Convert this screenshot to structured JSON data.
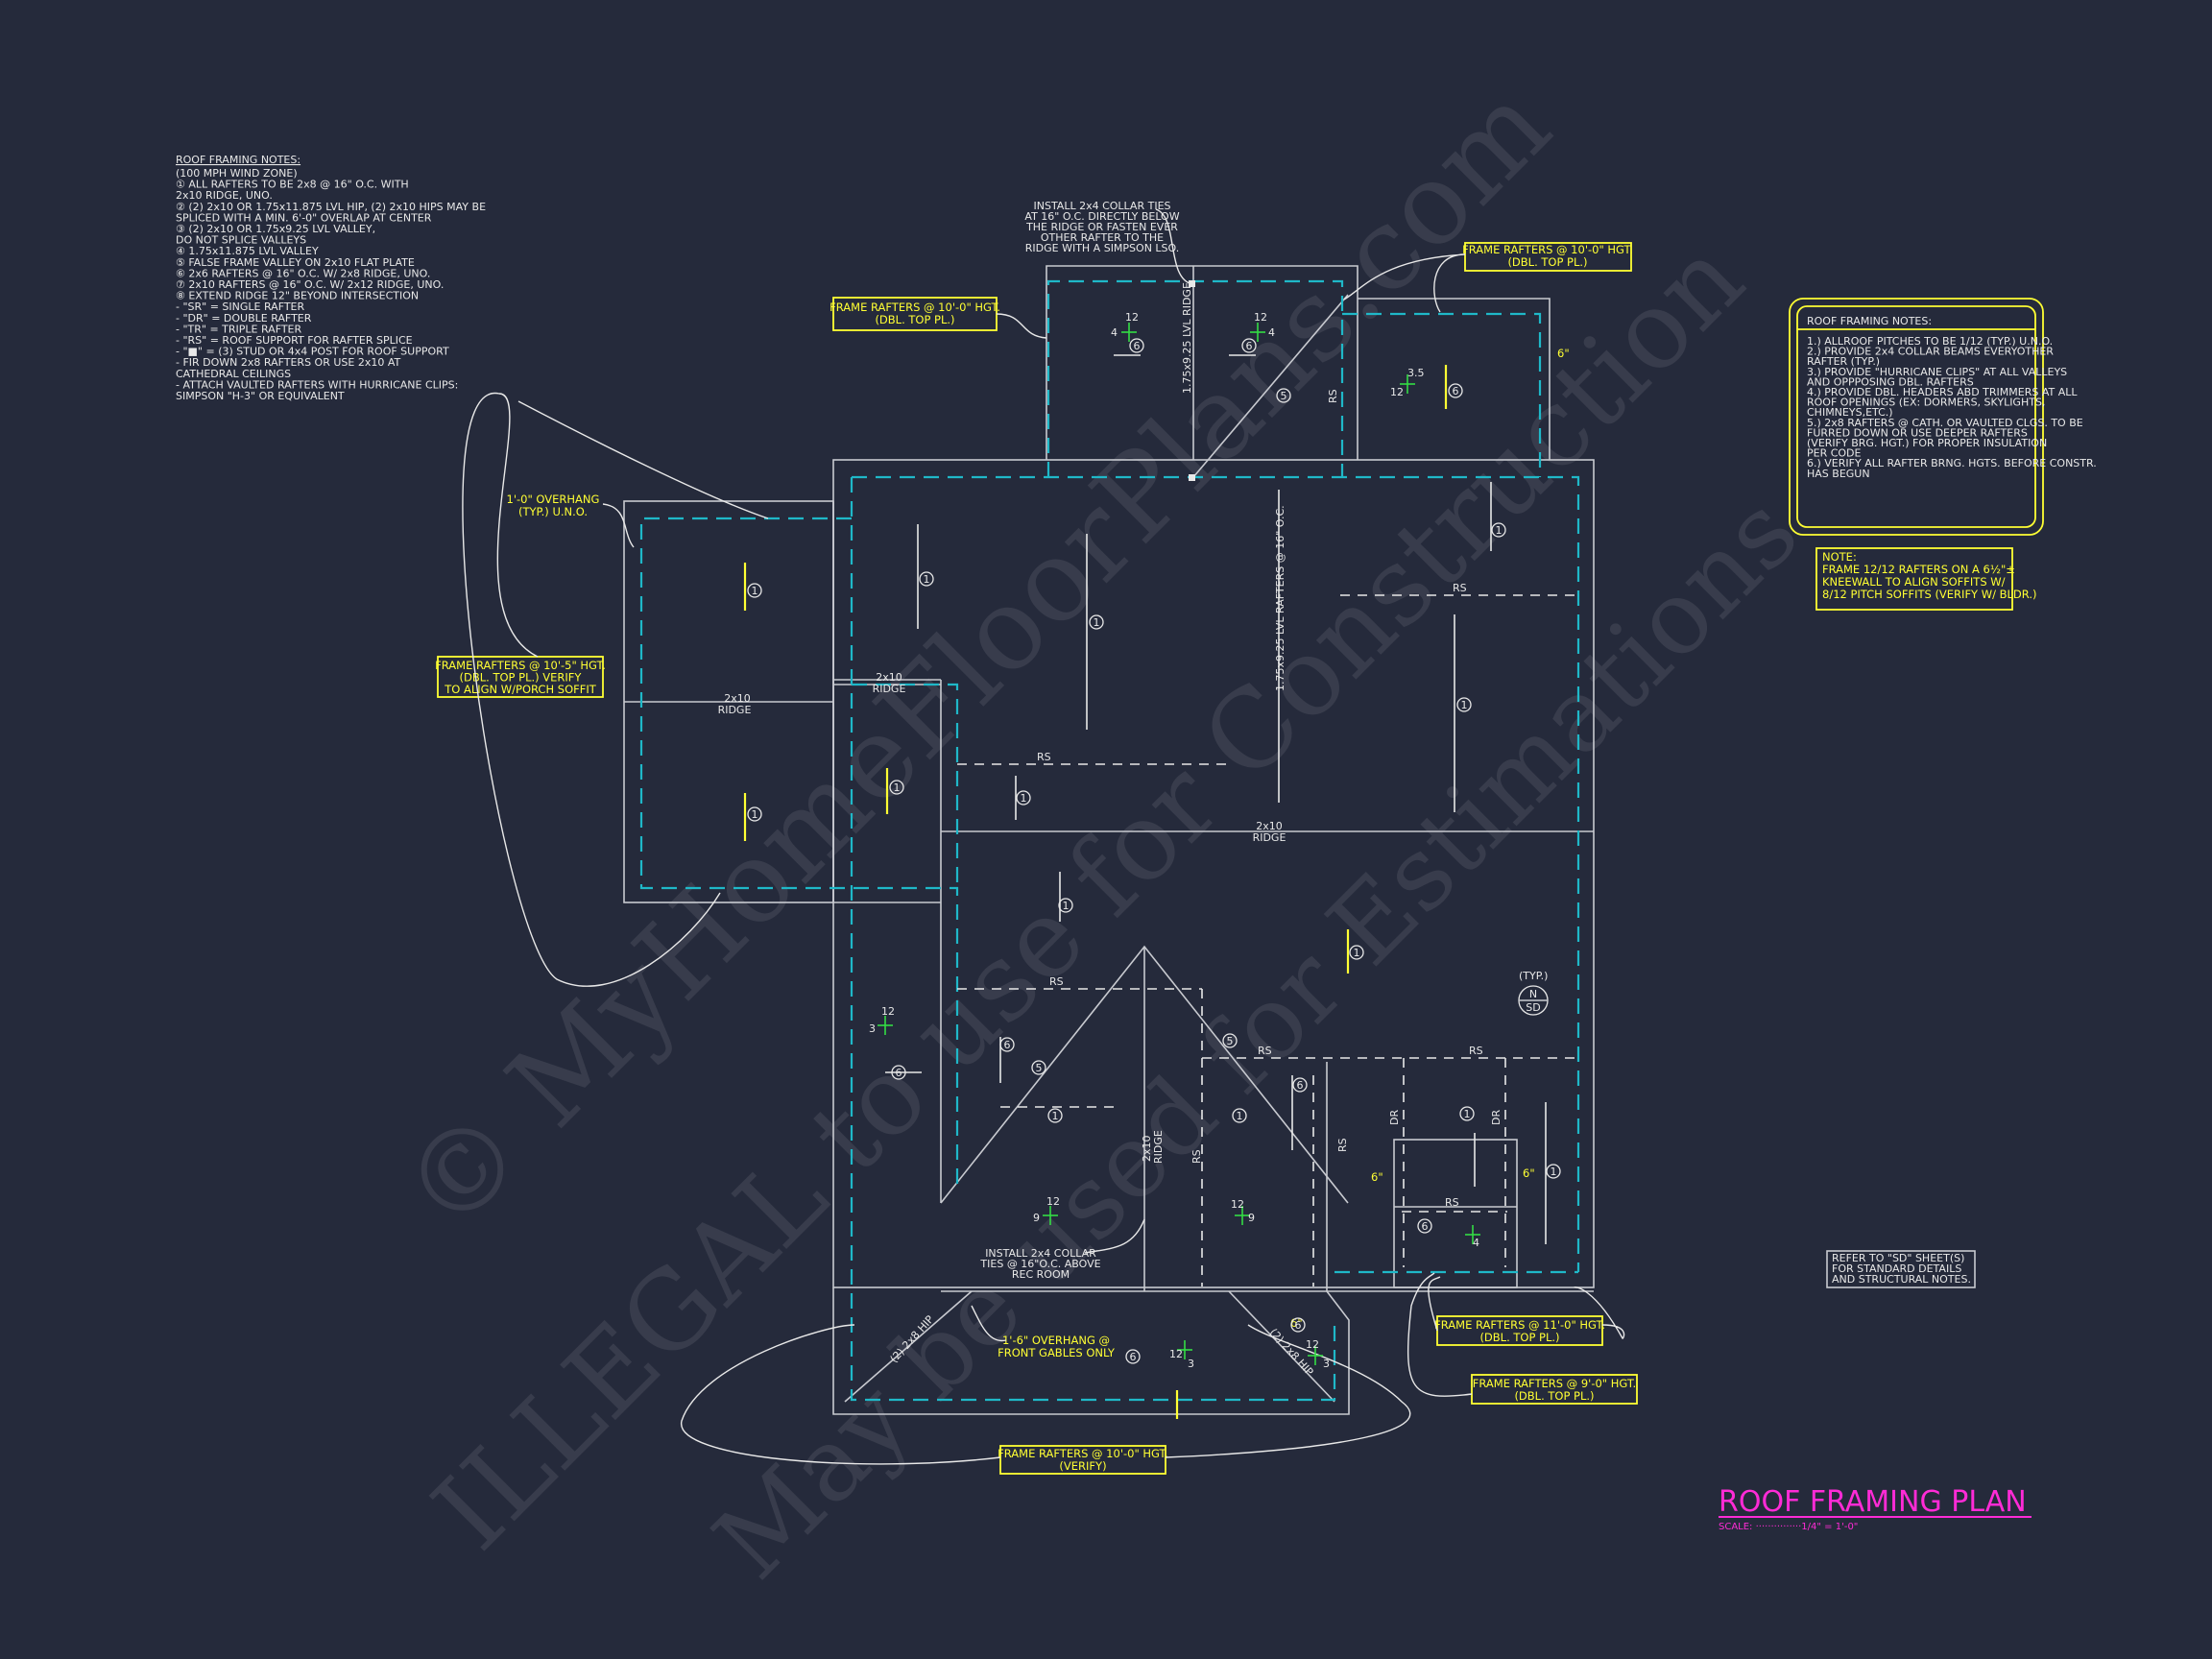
{
  "watermark": {
    "line1": "© MyHomeFloorPlans.com",
    "line2": "ILLEGAL to use for Construction",
    "line3": "May be used for Estimations"
  },
  "framing_notes": {
    "title": "ROOF FRAMING NOTES:",
    "lines": [
      "(100 MPH WIND ZONE)",
      "①  ALL RAFTERS TO BE 2x8 @ 16\" O.C. WITH",
      "     2x10 RIDGE, UNO.",
      "②  (2) 2x10 OR 1.75x11.875 LVL HIP, (2) 2x10 HIPS MAY BE",
      "     SPLICED WITH A MIN. 6'-0\" OVERLAP AT CENTER",
      "③  (2) 2x10 OR 1.75x9.25 LVL VALLEY,",
      "     DO NOT SPLICE VALLEYS",
      "④  1.75x11.875 LVL VALLEY",
      "⑤  FALSE FRAME VALLEY ON 2x10 FLAT PLATE",
      "⑥  2x6 RAFTERS @ 16\" O.C. W/ 2x8 RIDGE, UNO.",
      "⑦  2x10 RAFTERS @ 16\" O.C. W/ 2x12 RIDGE, UNO.",
      "⑧  EXTEND RIDGE 12\" BEYOND INTERSECTION",
      " -  \"SR\" = SINGLE RAFTER",
      " -  \"DR\" = DOUBLE RAFTER",
      " -  \"TR\" = TRIPLE RAFTER",
      " -  \"RS\" = ROOF SUPPORT FOR RAFTER SPLICE",
      " -  \"■\" = (3) STUD OR 4x4 POST FOR ROOF SUPPORT",
      " -  FIR DOWN 2x8 RAFTERS OR USE 2x10 AT",
      "     CATHEDRAL CEILINGS",
      " -  ATTACH VAULTED RAFTERS WITH HURRICANE CLIPS:",
      "     SIMPSON \"H-3\" OR EQUIVALENT"
    ]
  },
  "right_notes": {
    "title": "ROOF FRAMING NOTES:",
    "lines": [
      "1.) ALLROOF PITCHES TO BE  1/12 (TYP.) U.N.O.",
      "2.) PROVIDE 2x4 COLLAR BEAMS EVERYOTHER",
      "     RAFTER (TYP.)",
      "3.) PROVIDE \"HURRICANE CLIPS\" AT ALL VALLEYS",
      "     AND OPPPOSING DBL. RAFTERS",
      "4.) PROVIDE DBL. HEADERS ABD TRIMMERS AT ALL",
      "     ROOF OPENINGS (EX: DORMERS, SKYLIGHTS,",
      "     CHIMNEYS,ETC.)",
      "5.) 2x8 RAFTERS @ CATH. OR VAULTED CLGS. TO BE",
      "     FURRED DOWN OR USE DEEPER RAFTERS",
      "     (VERIFY BRG. HGT.) FOR PROPER INSULATION",
      "     PER CODE",
      "6.) VERIFY ALL RAFTER BRNG. HGTS. BEFORE CONSTR.",
      "     HAS BEGUN"
    ]
  },
  "note_box": {
    "lines": [
      "NOTE:",
      "FRAME 12/12 RAFTERS ON A 6½\"±",
      "KNEEWALL TO ALIGN SOFFITS W/",
      "8/12 PITCH SOFFITS (VERIFY W/ BLDR.)"
    ]
  },
  "refer_note": {
    "lines": [
      "REFER TO \"SD\" SHEET(S)",
      "FOR STANDARD DETAILS",
      "AND STRUCTURAL NOTES."
    ]
  },
  "callouts": {
    "collar_top": [
      "INSTALL 2x4 COLLAR TIES",
      "AT 16\" O.C. DIRECTLY BELOW",
      "THE RIDGE OR FASTEN EVER",
      "OTHER RAFTER TO THE",
      "RIDGE WITH A SIMPSON LSO."
    ],
    "frame_top_left": [
      "FRAME RAFTERS @ 10'-0\" HGT.",
      "(DBL. TOP PL.)"
    ],
    "frame_top_right": [
      "FRAME RAFTERS @ 10'-0\" HGT.",
      "(DBL. TOP PL.)"
    ],
    "overhang": [
      "1'-0\" OVERHANG",
      "(TYP.) U.N.O."
    ],
    "frame_porch": [
      "FRAME RAFTERS @ 10'-5\" HGT.",
      "(DBL. TOP PL.) VERIFY",
      "TO ALIGN W/PORCH SOFFIT"
    ],
    "collar_rec": [
      "INSTALL 2x4 COLLAR",
      "TIES @ 16\"O.C. ABOVE",
      "REC ROOM"
    ],
    "front_gable": [
      "1'-6\" OVERHANG @",
      "FRONT GABLES ONLY"
    ],
    "frame_11": [
      "FRAME RAFTERS @ 11'-0\" HGT.",
      "(DBL. TOP PL.)"
    ],
    "frame_9": [
      "FRAME RAFTERS @ 9'-0\" HGT.",
      "(DBL. TOP PL.)"
    ],
    "frame_bottom": [
      "FRAME RAFTERS @ 10'-0\" HGT.",
      "(VERIFY)"
    ]
  },
  "plan_labels": {
    "ridge_2x10": "2x10",
    "ridge_word": "RIDGE",
    "rs": "RS",
    "dr": "DR",
    "lvl_ridge": "1.75x9.25 LVL RIDGE",
    "lvl_rafters": "1.75x9.25 LVL RAFTERS @ 16\" O.C.",
    "hip_2x8": "(2) 2x8 HIP",
    "typ": "(TYP.)",
    "n": "N",
    "sd": "SD",
    "dim_6": "6\"",
    "pitch_12": "12",
    "pitch_4": "4",
    "pitch_3": "3",
    "pitch_9": "9",
    "pitch_3_5": "3.5",
    "tag_1": "1",
    "tag_5": "5",
    "tag_6": "6"
  },
  "title_block": {
    "title": "ROOF FRAMING PLAN",
    "scale": "SCALE: ···············1/4\" = 1'-0\""
  }
}
